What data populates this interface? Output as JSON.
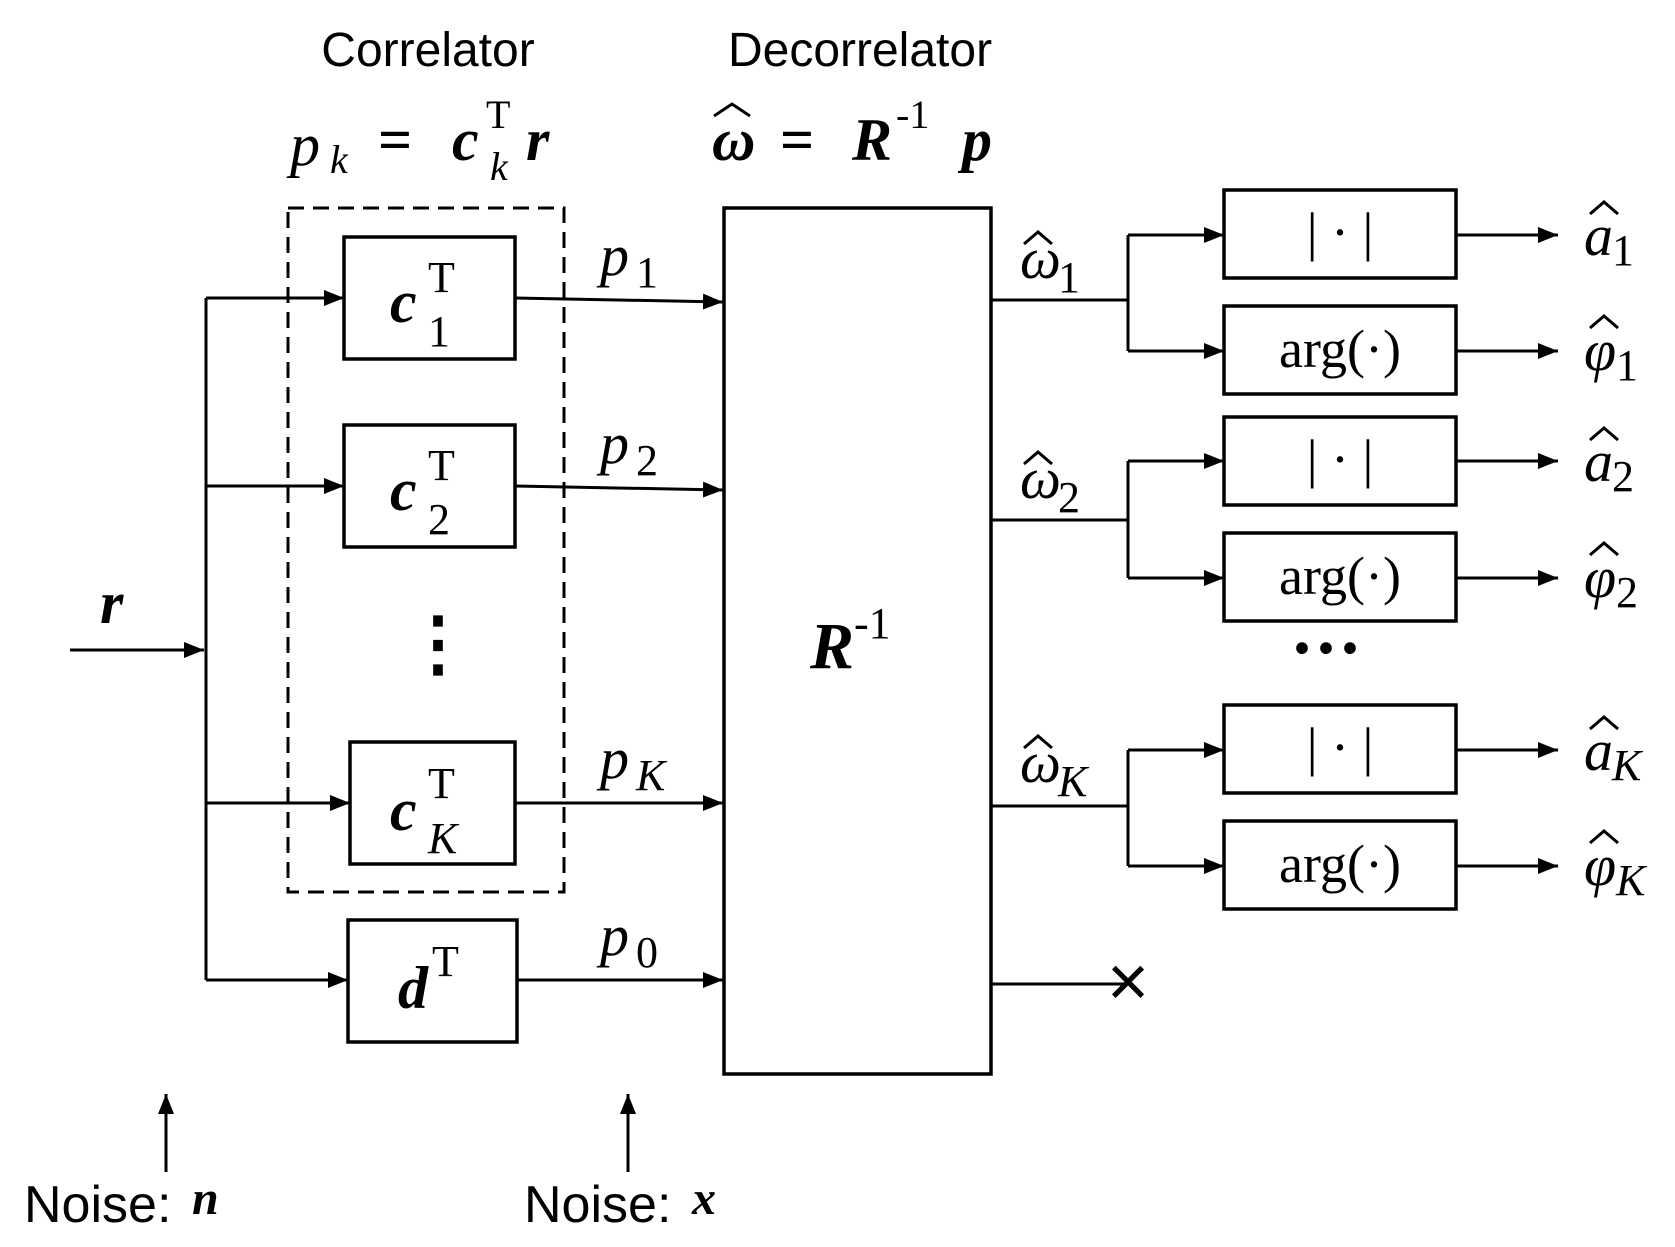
{
  "headers": {
    "correlator_title": "Correlator",
    "correlator_eq": {
      "lhs": "p",
      "lhs_sub": "k",
      "equals": "=",
      "c": "c",
      "c_sub": "k",
      "c_sup": "T",
      "r": "r"
    },
    "decorrelator_title": "Decorrelator",
    "decorrelator_eq": {
      "lhs": "ω",
      "hat": "^",
      "equals": "=",
      "R": "R",
      "R_sup": "-1",
      "p": "p"
    }
  },
  "input": {
    "label": "r"
  },
  "correlator_boxes": [
    {
      "c": "c",
      "sub": "1",
      "sup": "T"
    },
    {
      "c": "c",
      "sub": "2",
      "sup": "T"
    },
    {
      "c": "c",
      "sub": "K",
      "sup": "T"
    }
  ],
  "vdots": "⋮",
  "d_box": {
    "d": "d",
    "sup": "T"
  },
  "p_labels": [
    {
      "base": "p",
      "sub": "1"
    },
    {
      "base": "p",
      "sub": "2"
    },
    {
      "base": "p",
      "sub": "K"
    },
    {
      "base": "p",
      "sub": "0"
    }
  ],
  "decorrelator_box": {
    "R": "R",
    "sup": "-1"
  },
  "omega_labels": [
    {
      "base": "ω",
      "sub": "1"
    },
    {
      "base": "ω",
      "sub": "2"
    },
    {
      "base": "ω",
      "sub": "K"
    }
  ],
  "terminator": "×",
  "abs_label": "| · |",
  "arg_label": "arg(·)",
  "hdots": "···",
  "outputs": [
    {
      "a": "a",
      "a_sub": "1",
      "phi": "φ",
      "phi_sub": "1"
    },
    {
      "a": "a",
      "a_sub": "2",
      "phi": "φ",
      "phi_sub": "2"
    },
    {
      "a": "a",
      "a_sub": "K",
      "phi": "φ",
      "phi_sub": "K"
    }
  ],
  "noise": [
    {
      "label": "Noise:",
      "symbol": "n"
    },
    {
      "label": "Noise:",
      "symbol": "x"
    }
  ]
}
